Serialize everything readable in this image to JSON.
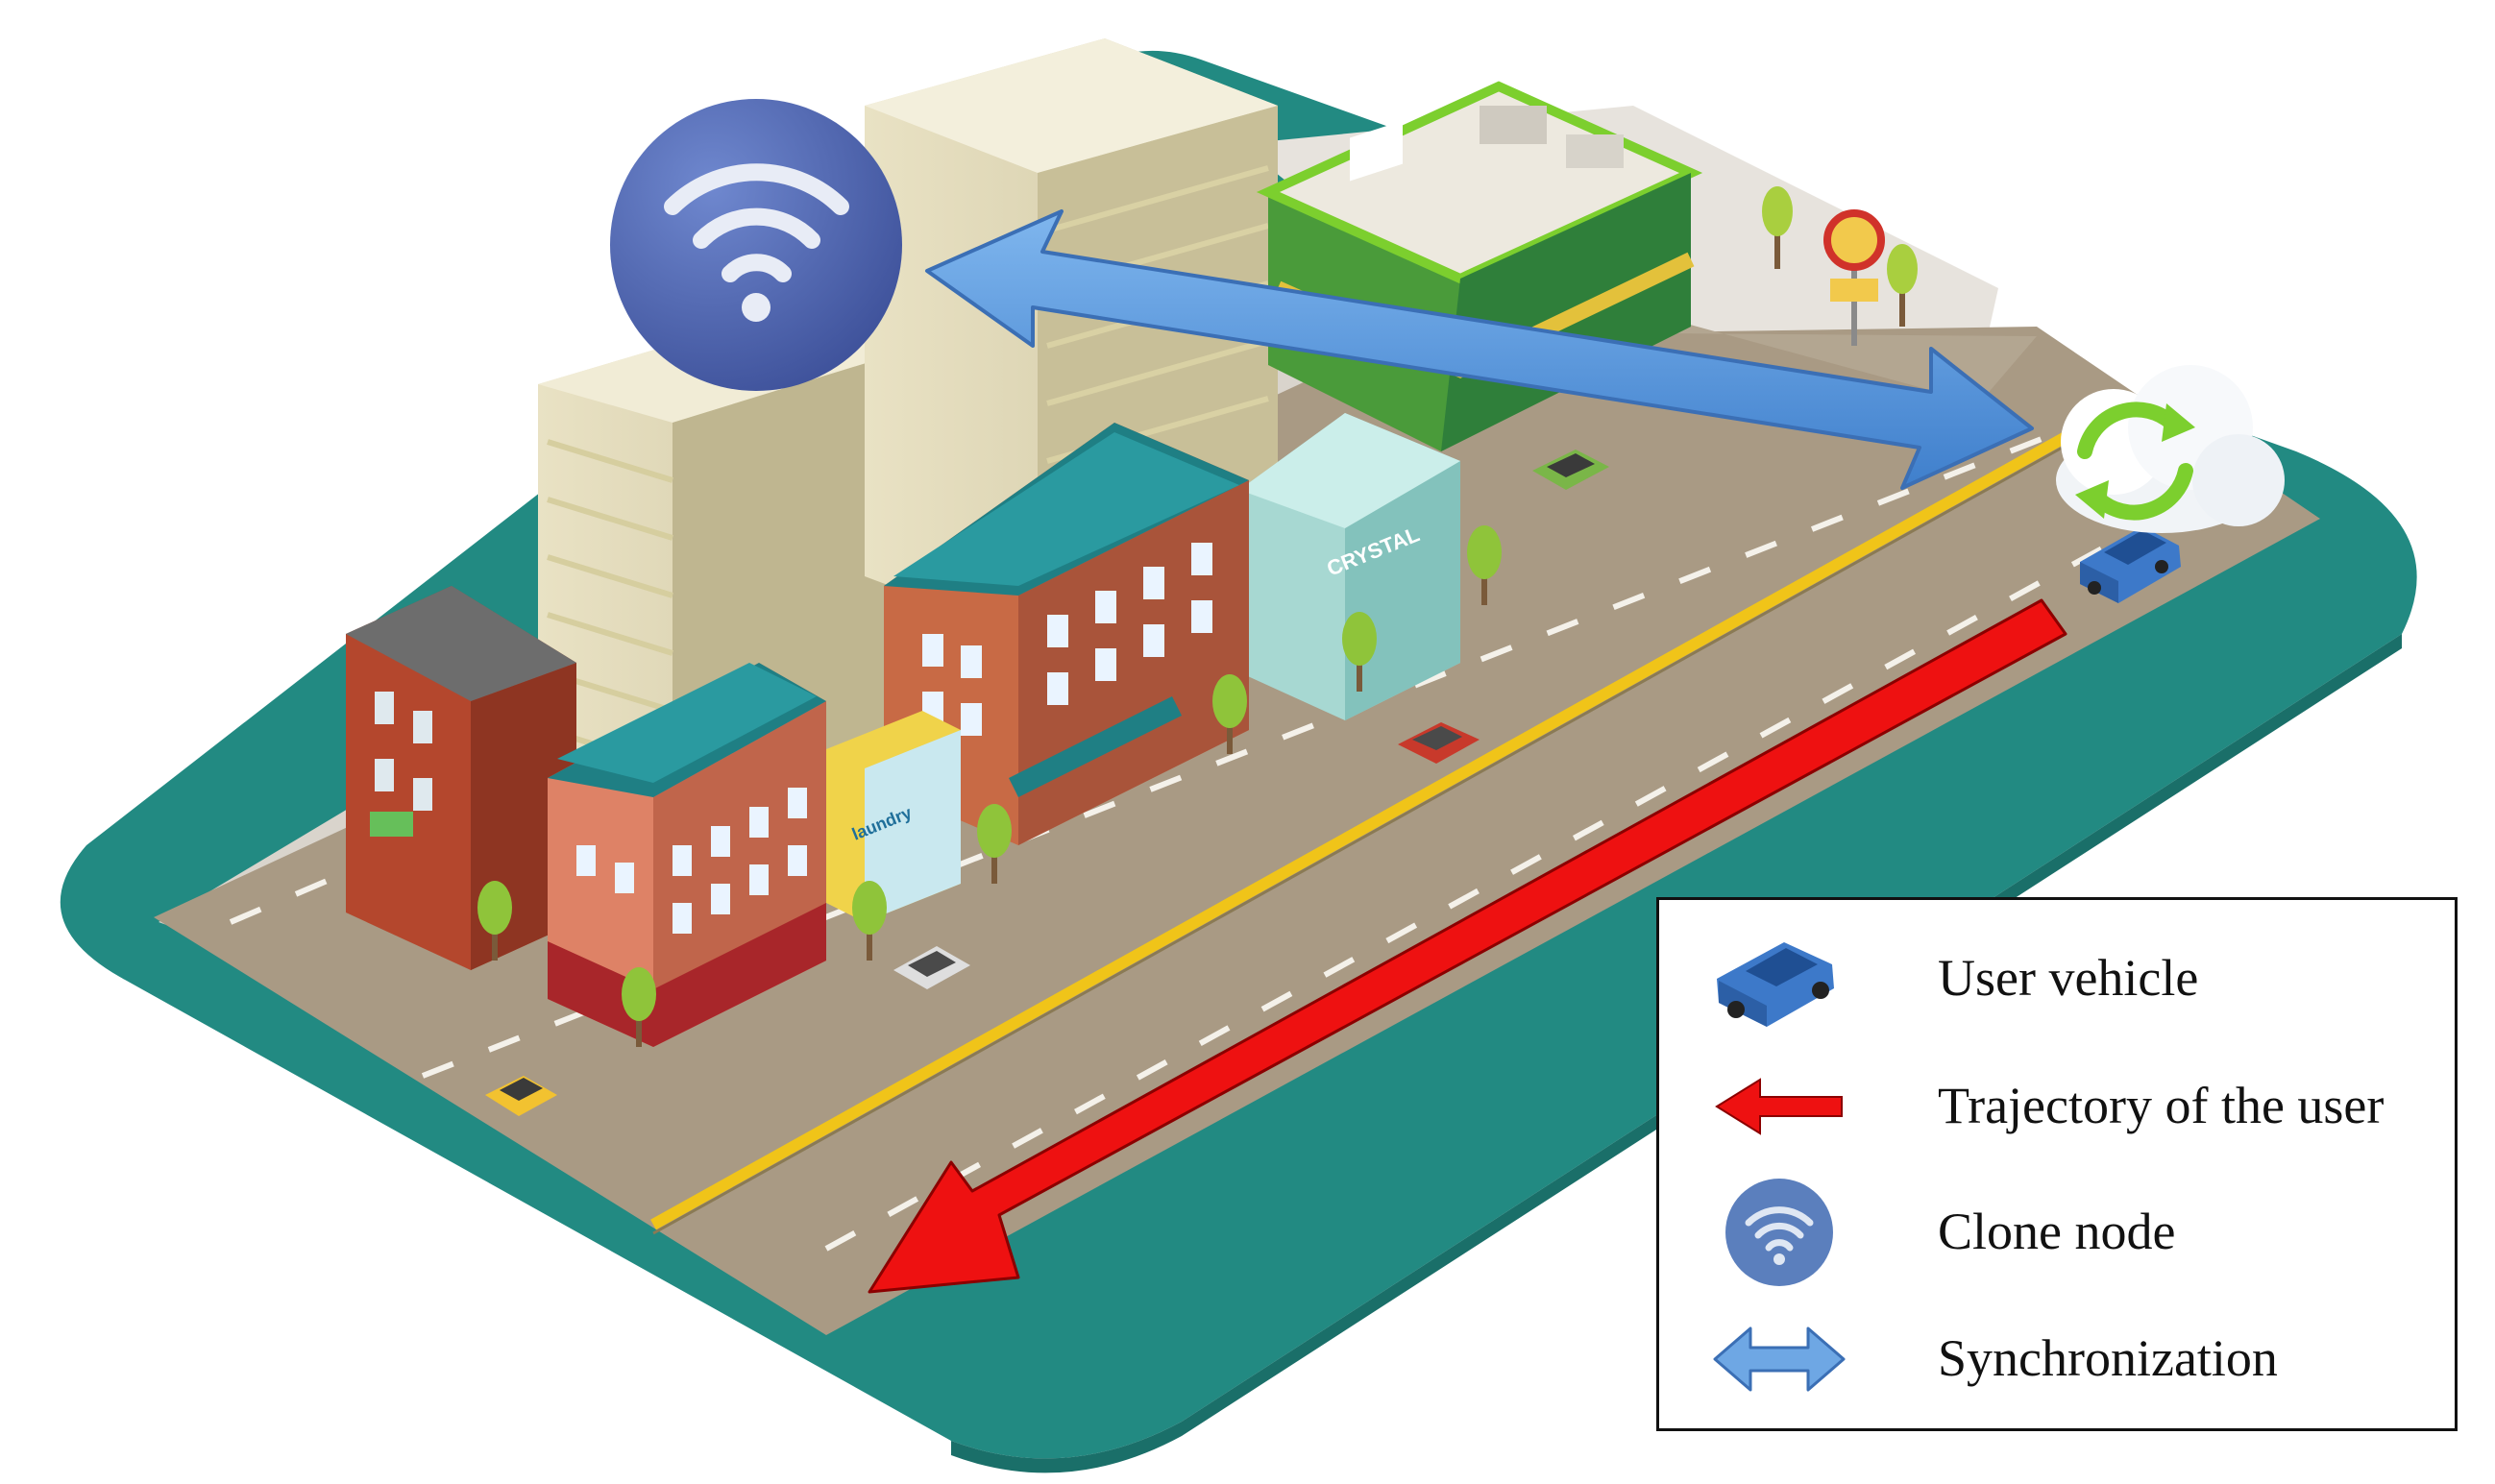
{
  "scene": {
    "storefront_signs": [
      "CRYSTAL",
      "laundry"
    ]
  },
  "legend": {
    "items": [
      {
        "icon": "car-icon",
        "label": "User vehicle"
      },
      {
        "icon": "red-arrow-icon",
        "label": "Trajectory of the user"
      },
      {
        "icon": "wifi-icon",
        "label": "Clone node"
      },
      {
        "icon": "double-arrow-icon",
        "label": "Synchronization"
      }
    ]
  },
  "colors": {
    "ground": "#228A82",
    "road": "#A99A84",
    "road_line": "#F0C419",
    "trajectory": "#EE1111",
    "sync_arrow": "#4E8FD8",
    "clone_node": "#4E66AE",
    "vehicle": "#3D79C9"
  }
}
